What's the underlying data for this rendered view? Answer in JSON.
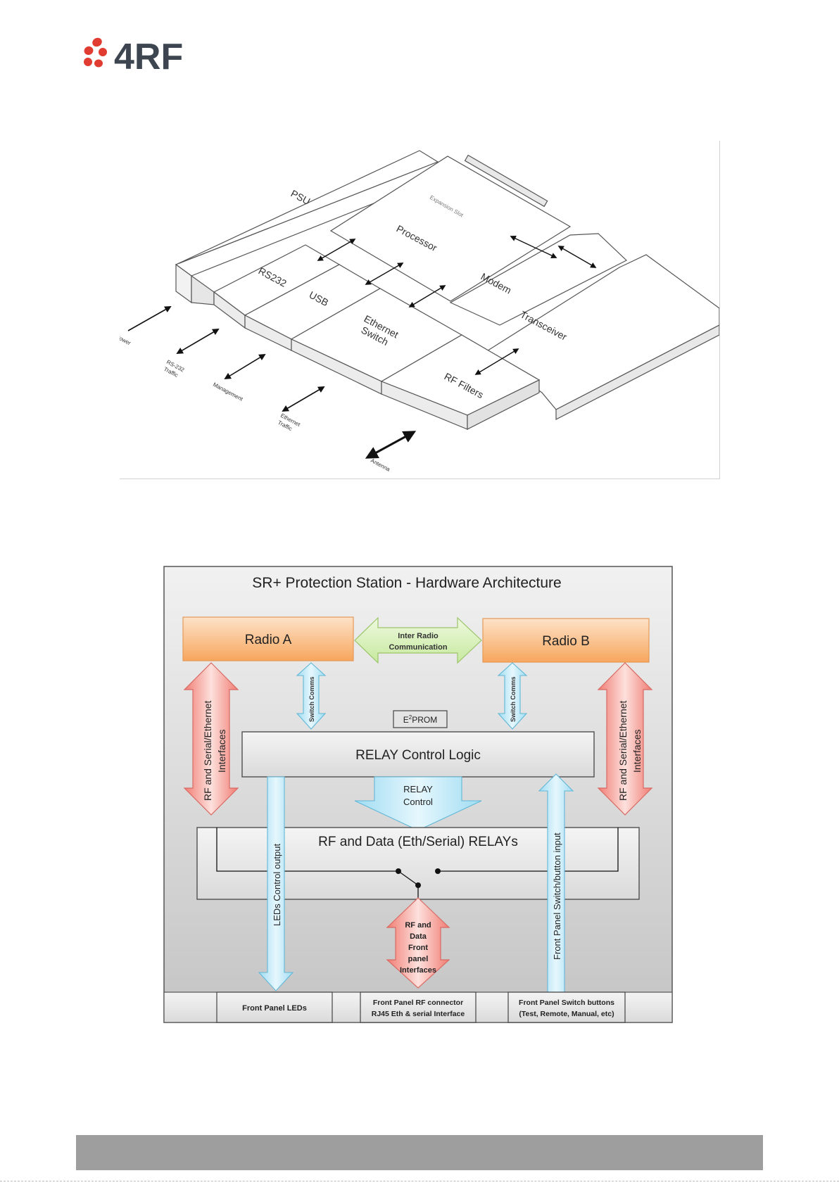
{
  "brand": {
    "logo_text": "4RF",
    "logo_color": "#e03c31",
    "text_color": "#3d4550"
  },
  "block_diagram": {
    "modules": {
      "psu": "PSU",
      "processor": "Processor",
      "expansion_slot": "Expansion Slot",
      "modem": "Modem",
      "transceiver": "Transceiver",
      "rs232": "RS232",
      "usb": "USB",
      "ethernet_switch_line1": "Ethernet",
      "ethernet_switch_line2": "Switch",
      "rf_filters": "RF Filters"
    },
    "interfaces": {
      "power": "Power",
      "rs232_traffic_line1": "RS-232",
      "rs232_traffic_line2": "Traffic",
      "management": "Management",
      "ethernet_traffic_line1": "Ethernet",
      "ethernet_traffic_line2": "Traffic",
      "antenna": "Antenna"
    }
  },
  "architecture": {
    "title": "SR+ Protection Station - Hardware Architecture",
    "radio_a": "Radio A",
    "radio_b": "Radio B",
    "inter_radio_line1": "Inter Radio",
    "inter_radio_line2": "Communication",
    "switch_comms": "Switch Comms",
    "eeprom_e": "E",
    "eeprom_sup": "2",
    "eeprom_rest": "PROM",
    "relay_control_logic": "RELAY Control Logic",
    "relay_control_line1": "RELAY",
    "relay_control_line2": "Control",
    "rf_serial_line1": "RF and Serial/Ethernet",
    "rf_serial_line2": "Interfaces",
    "relays": "RF and Data (Eth/Serial) RELAYs",
    "leds_output": "LEDs Control output",
    "switch_input": "Front Panel Switch/button input",
    "front_iface_lines": [
      "RF and",
      "Data",
      "Front",
      "panel",
      "Interfaces"
    ],
    "bottom_leds": "Front Panel LEDs",
    "bottom_rf_line1": "Front Panel RF connector",
    "bottom_rf_line2": "RJ45 Eth & serial Interface",
    "bottom_switch_line1": "Front Panel Switch buttons",
    "bottom_switch_line2": "(Test, Remote, Manual, etc)"
  },
  "colors": {
    "radio_fill": "#fbc08c",
    "inter_radio_fill": "#d6f0b4",
    "blue_arrow": "#b9e6f5",
    "red_arrow": "#f6b6b0",
    "footer_bar": "#9e9e9e"
  }
}
